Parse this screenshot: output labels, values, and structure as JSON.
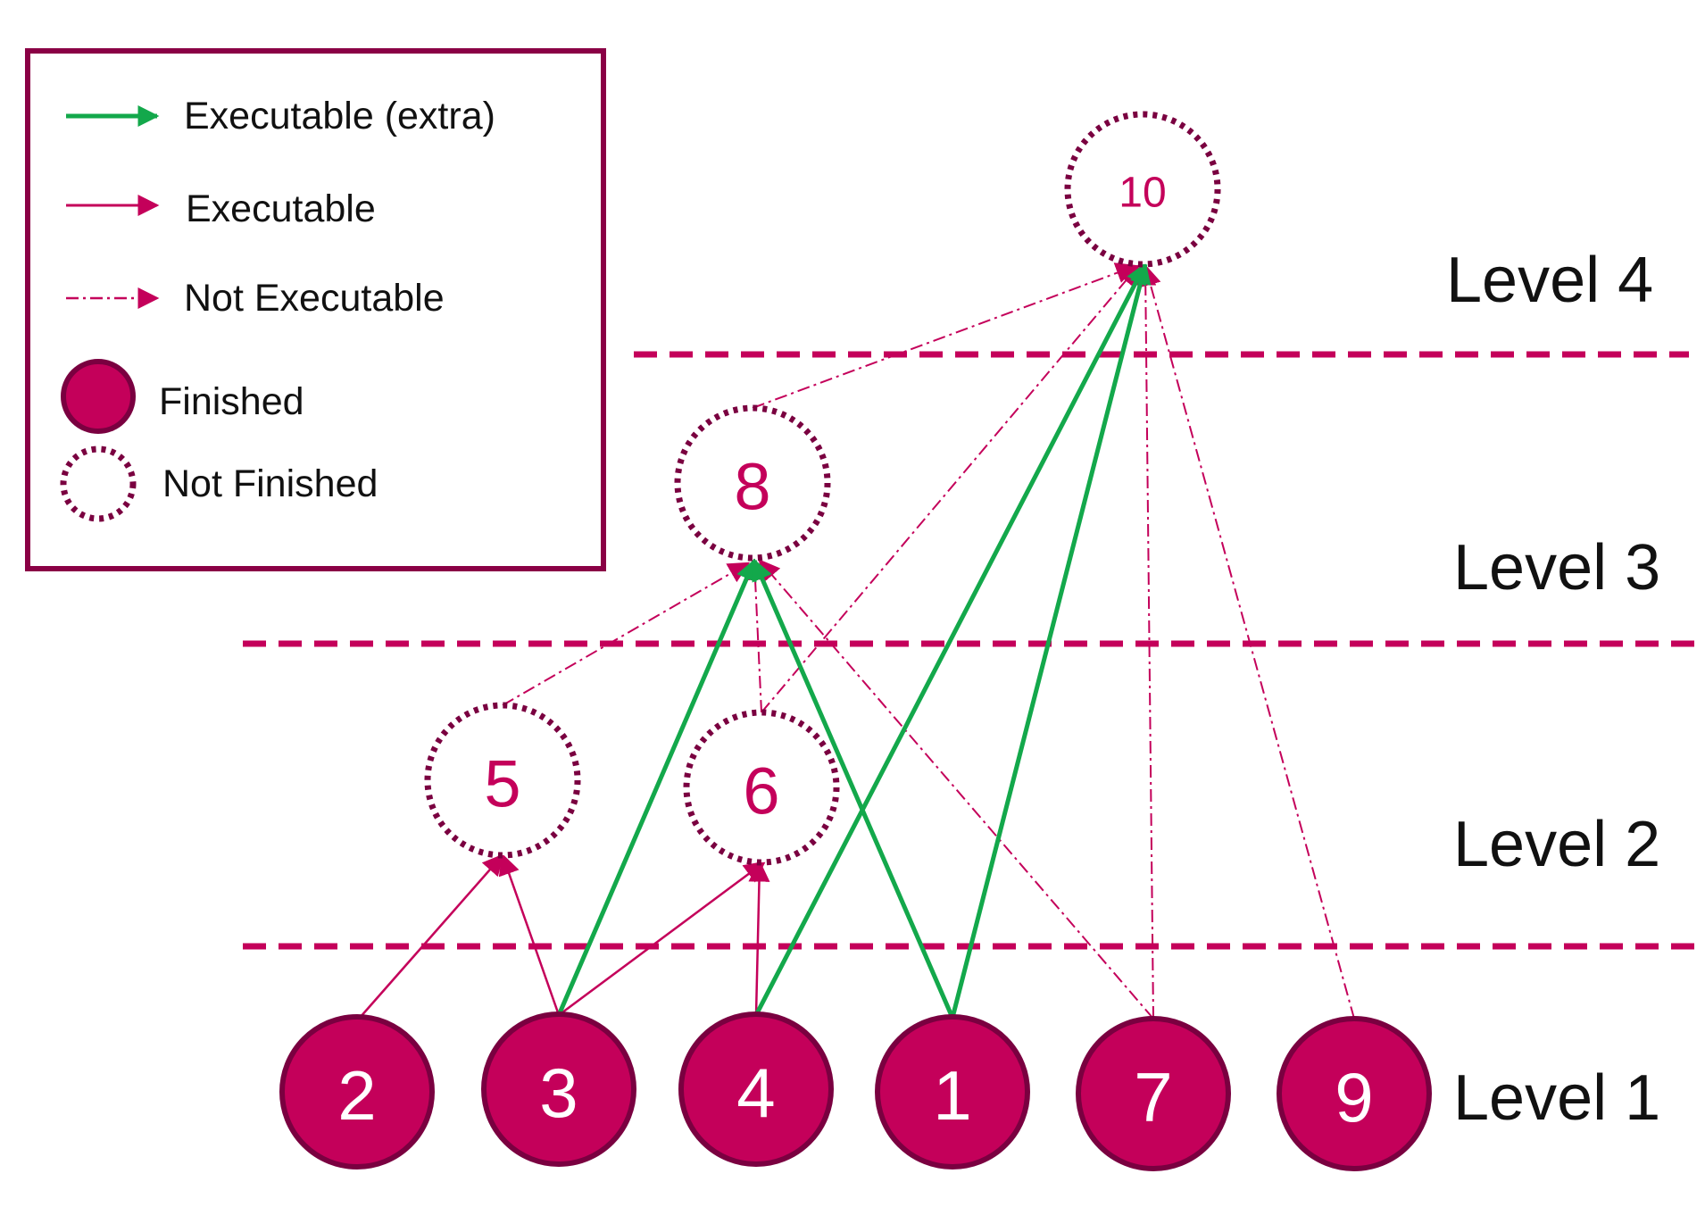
{
  "legend": {
    "items": [
      {
        "kind": "edge",
        "style": "extra",
        "label": "Executable (extra)"
      },
      {
        "kind": "edge",
        "style": "exec",
        "label": "Executable"
      },
      {
        "kind": "edge",
        "style": "notexec",
        "label": "Not Executable"
      },
      {
        "kind": "node",
        "style": "finished",
        "label": "Finished"
      },
      {
        "kind": "node",
        "style": "unfinished",
        "label": "Not Finished"
      }
    ]
  },
  "levels": [
    "Level 1",
    "Level 2",
    "Level 3",
    "Level 4"
  ],
  "nodes": [
    {
      "id": "2",
      "finished": true,
      "level": 1
    },
    {
      "id": "3",
      "finished": true,
      "level": 1
    },
    {
      "id": "4",
      "finished": true,
      "level": 1
    },
    {
      "id": "1",
      "finished": true,
      "level": 1
    },
    {
      "id": "7",
      "finished": true,
      "level": 1
    },
    {
      "id": "9",
      "finished": true,
      "level": 1
    },
    {
      "id": "5",
      "finished": false,
      "level": 2
    },
    {
      "id": "6",
      "finished": false,
      "level": 2
    },
    {
      "id": "8",
      "finished": false,
      "level": 3
    },
    {
      "id": "10",
      "finished": false,
      "level": 4
    }
  ],
  "edges": [
    {
      "from": "2",
      "to": "5",
      "type": "exec"
    },
    {
      "from": "3",
      "to": "5",
      "type": "exec"
    },
    {
      "from": "3",
      "to": "6",
      "type": "exec"
    },
    {
      "from": "4",
      "to": "6",
      "type": "exec"
    },
    {
      "from": "3",
      "to": "8",
      "type": "extra"
    },
    {
      "from": "1",
      "to": "8",
      "type": "extra"
    },
    {
      "from": "4",
      "to": "10",
      "type": "extra"
    },
    {
      "from": "1",
      "to": "10",
      "type": "extra"
    },
    {
      "from": "5",
      "to": "8",
      "type": "notexec"
    },
    {
      "from": "6",
      "to": "8",
      "type": "notexec"
    },
    {
      "from": "7",
      "to": "8",
      "type": "notexec"
    },
    {
      "from": "8",
      "to": "10",
      "type": "notexec"
    },
    {
      "from": "6",
      "to": "10",
      "type": "notexec"
    },
    {
      "from": "7",
      "to": "10",
      "type": "notexec"
    },
    {
      "from": "9",
      "to": "10",
      "type": "notexec"
    }
  ],
  "colors": {
    "finished_fill": "#c4005a",
    "finished_stroke": "#7a0040",
    "unfinished_stroke": "#7a0040",
    "node_label_finished": "#ffffff",
    "node_label_unfinished": "#c4005a",
    "exec_edge": "#c4005a",
    "extra_edge": "#13a84b",
    "divider": "#c4005a",
    "legend_border": "#8a0045"
  }
}
